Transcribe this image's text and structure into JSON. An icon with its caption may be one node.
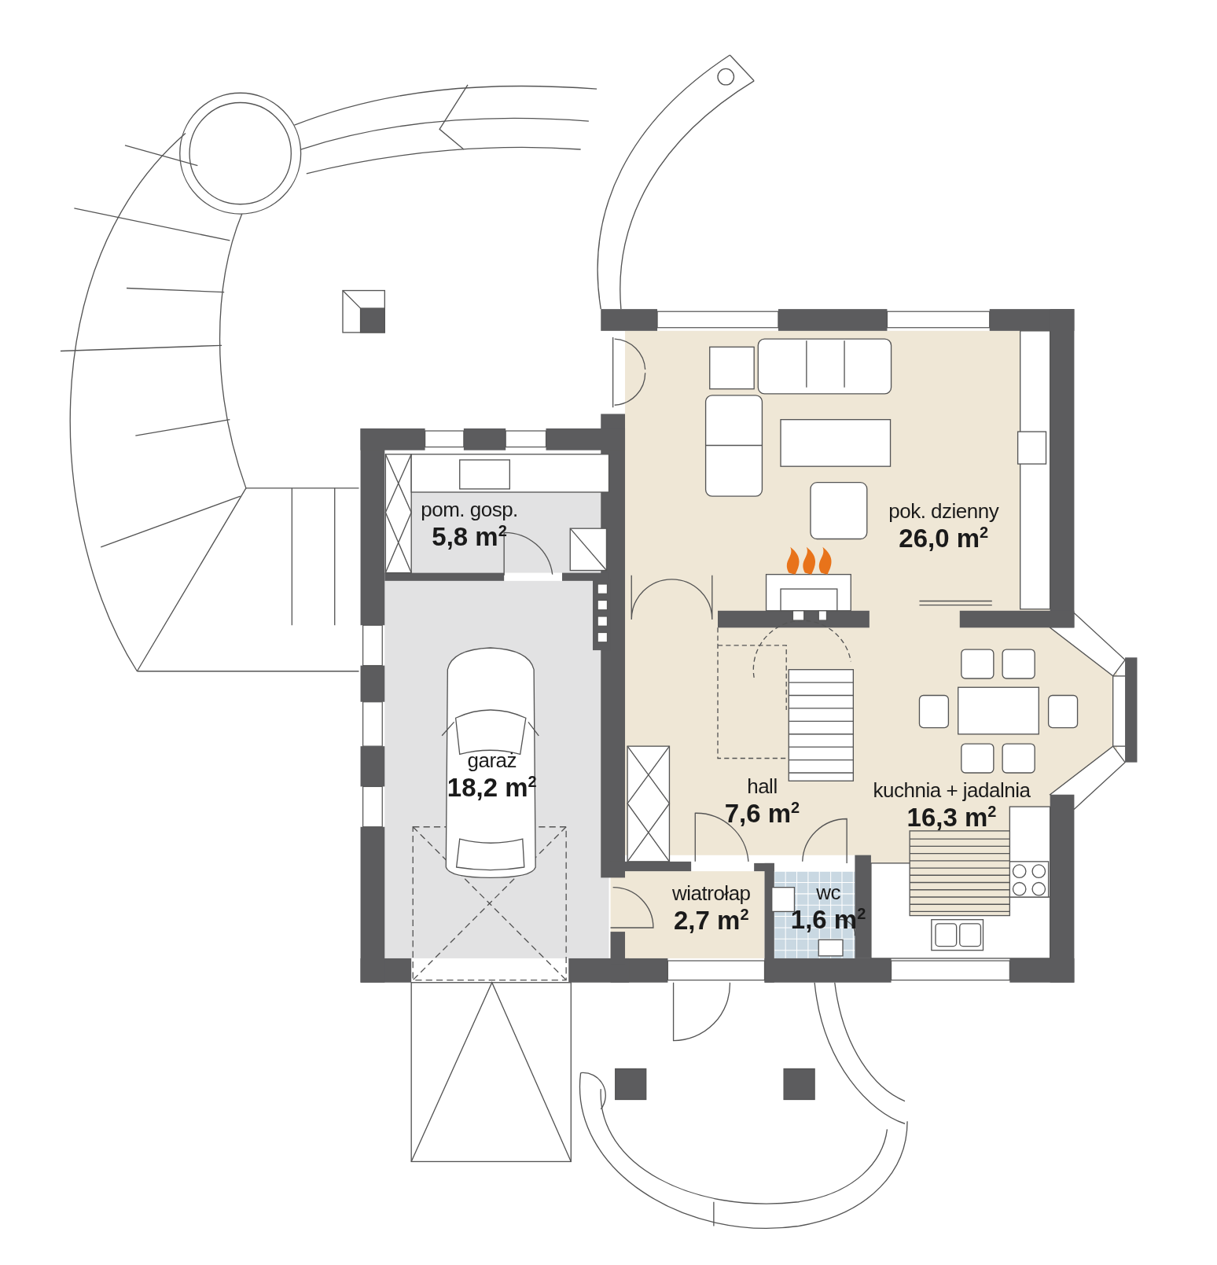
{
  "diagram": {
    "nodes": [
      {
        "text": [
          "pom. gosp.",
          "5,8 m$^{2}$"
        ]
      },
      {
        "text": [
          "pok. dzienny",
          "26,0 m$^{2}$"
        ]
      },
      {
        "text": [
          "garaż",
          "18,2 m$^{2}$"
        ]
      },
      {
        "text": [
          "hall",
          "7,6 m$^{2}$"
        ]
      },
      {
        "text": [
          "kuchnia + jadalnia",
          "16,3 m$^{2}$"
        ]
      },
      {
        "text": [
          "wiatrołap",
          "2,7 m$^{2}$"
        ]
      },
      {
        "text": [
          "wc",
          "1,6 m$^{2}$"
        ]
      }
    ]
  }
}
